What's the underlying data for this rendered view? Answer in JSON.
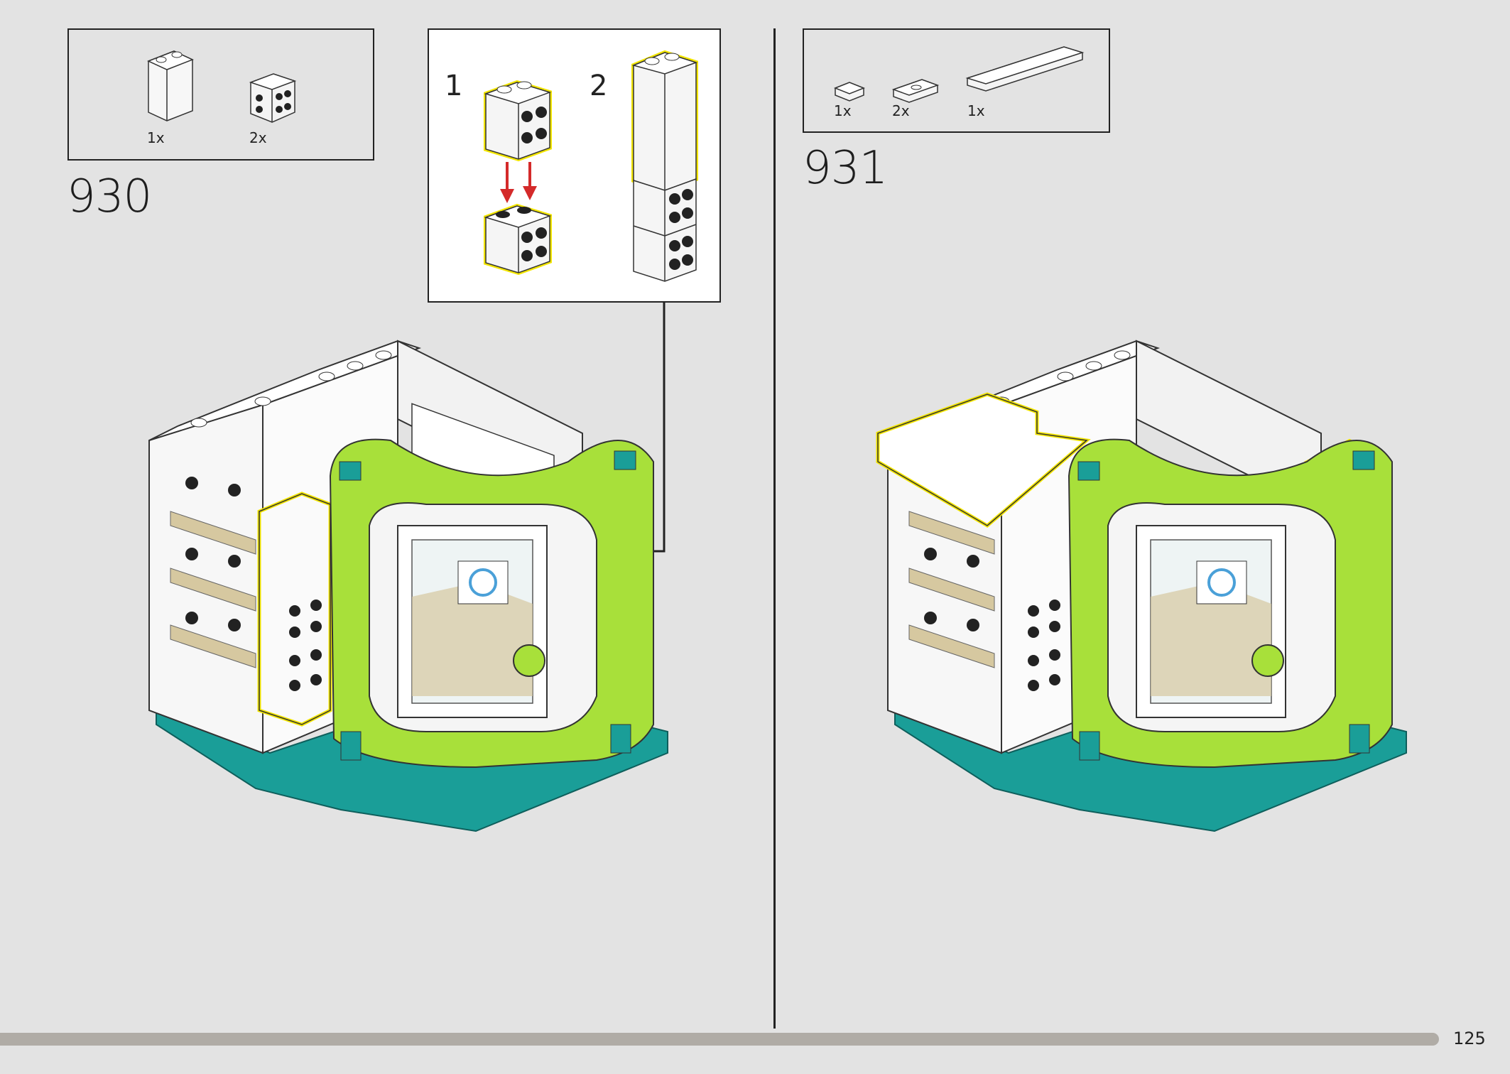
{
  "steps": [
    {
      "number": "930",
      "parts": [
        {
          "qty": "1x",
          "icon": "brick-1x2x3-icon"
        },
        {
          "qty": "2x",
          "icon": "brick-2x2-side-studs-icon"
        }
      ],
      "subassembly": {
        "steps": [
          "1",
          "2"
        ]
      }
    },
    {
      "number": "931",
      "parts": [
        {
          "qty": "1x",
          "icon": "tile-1x1-icon"
        },
        {
          "qty": "2x",
          "icon": "jumper-plate-1x2-icon"
        },
        {
          "qty": "1x",
          "icon": "tile-1x8-icon"
        }
      ]
    }
  ],
  "page": {
    "number": "125",
    "progress": 0.953
  },
  "colors": {
    "background": "#e3e3e3",
    "lime": "#a8e03a",
    "teal": "#1a9e98",
    "tan": "#d6c8a0",
    "highlight": "#f2e500",
    "arrow_red": "#d42a2a"
  }
}
